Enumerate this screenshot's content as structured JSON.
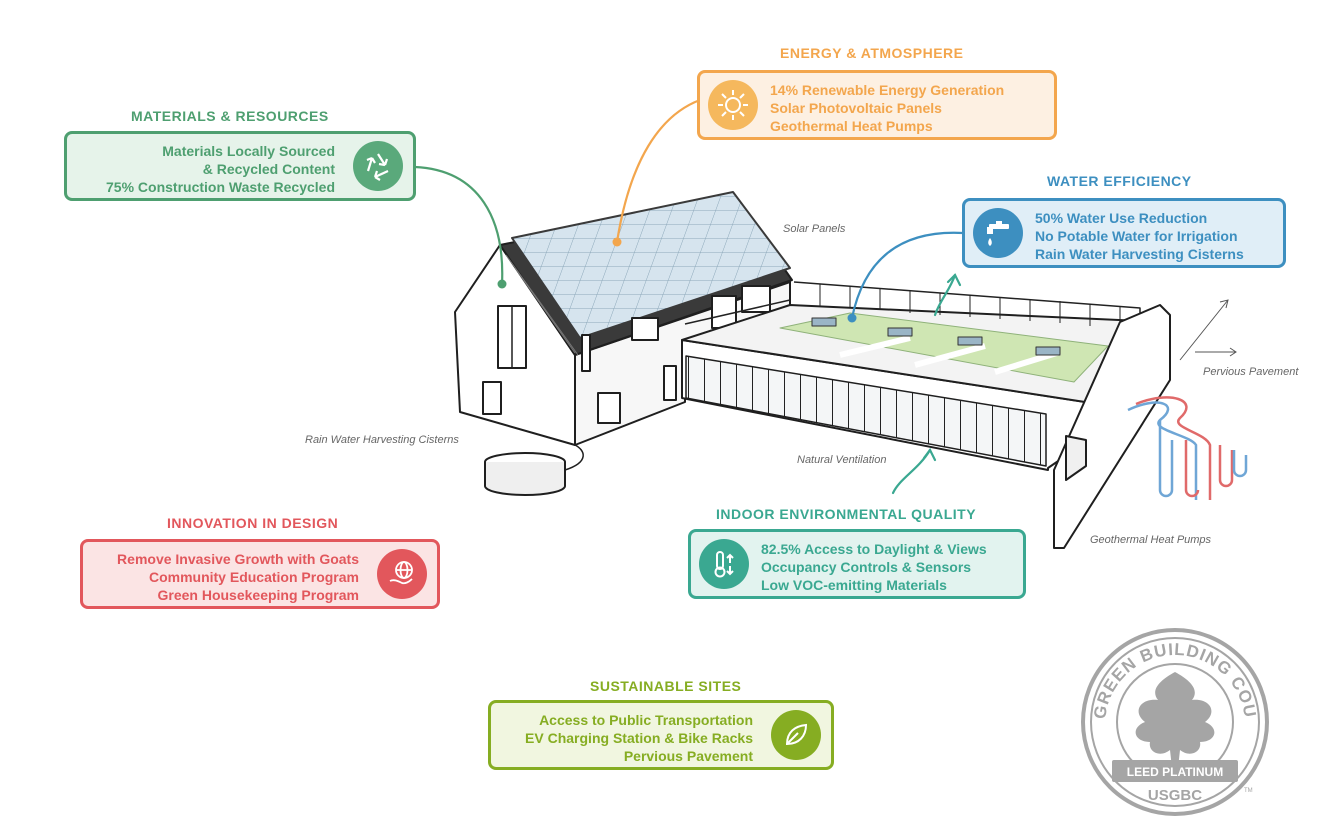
{
  "categories": {
    "energy": {
      "title": "ENERGY & ATMOSPHERE",
      "lines": [
        "14% Renewable Energy Generation",
        "Solar Photovoltaic Panels",
        "Geothermal Heat Pumps"
      ],
      "color": "#f3a64d",
      "fill": "#fdf0e2",
      "icon": "sun-icon"
    },
    "materials": {
      "title": "MATERIALS & RESOURCES",
      "lines": [
        "Materials Locally Sourced",
        "& Recycled Content",
        "75% Construction Waste Recycled"
      ],
      "color": "#4e9f70",
      "fill": "#e6f3ea",
      "icon": "recycle-icon"
    },
    "water": {
      "title": "WATER EFFICIENCY",
      "lines": [
        "50% Water Use Reduction",
        "No Potable Water for Irrigation",
        "Rain Water Harvesting Cisterns"
      ],
      "color": "#3d8fc0",
      "fill": "#e0eef7",
      "icon": "faucet-icon"
    },
    "innovation": {
      "title": "INNOVATION IN DESIGN",
      "lines": [
        "Remove Invasive Growth with Goats",
        "Community Education Program",
        "Green Housekeeping Program"
      ],
      "color": "#e2575c",
      "fill": "#fbe4e4",
      "icon": "globe-hand-icon"
    },
    "indoor": {
      "title": "INDOOR ENVIRONMENTAL QUALITY",
      "lines": [
        "82.5% Access to Daylight & Views",
        "Occupancy Controls & Sensors",
        "Low VOC-emitting Materials"
      ],
      "color": "#3aa891",
      "fill": "#e2f3ef",
      "icon": "thermometer-icon"
    },
    "sites": {
      "title": "SUSTAINABLE SITES",
      "lines": [
        "Access to Public Transportation",
        "EV Charging Station & Bike Racks",
        "Pervious Pavement"
      ],
      "color": "#86ad22",
      "fill": "#f1f6e0",
      "icon": "leaf-icon"
    }
  },
  "labels": {
    "solar_panels": "Solar Panels",
    "rain_water": "Rain Water Harvesting Cisterns",
    "natural_ventilation": "Natural Ventilation",
    "pervious_pavement": "Pervious Pavement",
    "geothermal": "Geothermal Heat Pumps"
  },
  "seal": {
    "ring_text": "U.S. GREEN BUILDING COUNCIL",
    "level": "LEED PLATINUM",
    "org": "USGBC",
    "color": "#a5a5a5"
  }
}
